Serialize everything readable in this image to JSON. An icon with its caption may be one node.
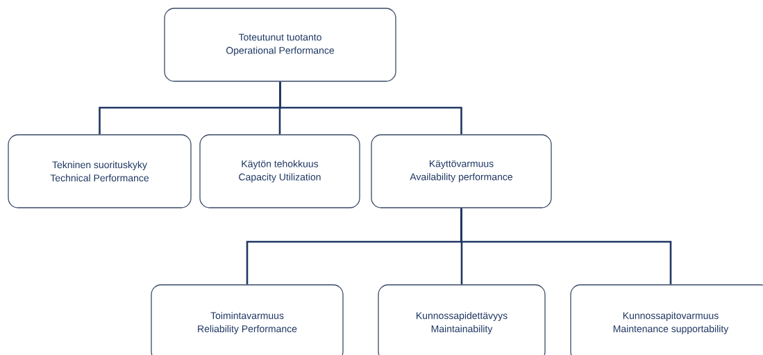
{
  "diagram": {
    "nodes": [
      {
        "text": [
          "Toteutunut tuotanto",
          "Operational Performance"
        ]
      },
      {
        "text": [
          "Tekninen suorituskyky",
          "Technical Performance"
        ]
      },
      {
        "text": [
          "Käytön tehokkuus",
          "Capacity Utilization"
        ]
      },
      {
        "text": [
          "Käyttövarmuus",
          "Availability performance"
        ]
      },
      {
        "text": [
          "Toimintavarmuus",
          "Reliability Performance"
        ]
      },
      {
        "text": [
          "Kunnossapidettävyys",
          "Maintainability"
        ]
      },
      {
        "text": [
          "Kunnossapitovarmuus",
          "Maintenance supportability"
        ]
      }
    ],
    "edges": [
      {
        "from": 0,
        "to": 1,
        "arrow": "none"
      },
      {
        "from": 0,
        "to": 2,
        "arrow": "none"
      },
      {
        "from": 0,
        "to": 3,
        "arrow": "none"
      },
      {
        "from": 3,
        "to": 4,
        "arrow": "none"
      },
      {
        "from": 3,
        "to": 5,
        "arrow": "none"
      },
      {
        "from": 3,
        "to": 6,
        "arrow": "none"
      }
    ]
  }
}
